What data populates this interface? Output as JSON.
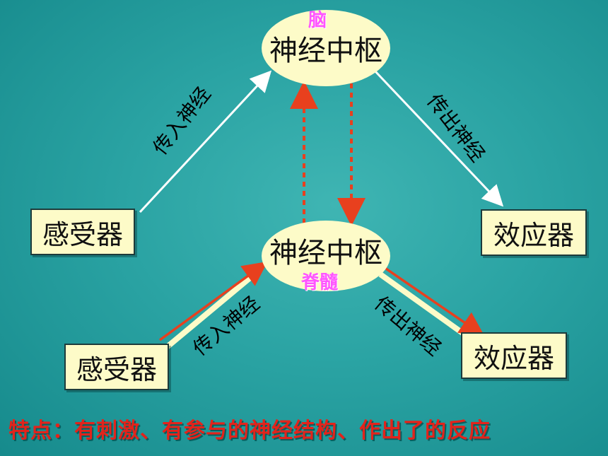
{
  "brain": {
    "label": "脑",
    "center": "神经中枢"
  },
  "spinal": {
    "label": "脊髓",
    "center": "神经中枢"
  },
  "top_arc": {
    "receptor": "感受器",
    "afferent": "传入神经",
    "efferent": "传出神经",
    "effector": "效应器"
  },
  "bottom_arc": {
    "receptor": "感受器",
    "afferent": "传入神经",
    "efferent": "传出神经",
    "effector": "效应器"
  },
  "summary": "特点：有刺激、有参与的神经结构、作出了的反应",
  "colors": {
    "white_path": "#ffffff",
    "red_path": "#e8401e",
    "box_fill": "#fdfbc8",
    "pink_text": "#ff55ff",
    "summary_text": "#e3231b"
  }
}
